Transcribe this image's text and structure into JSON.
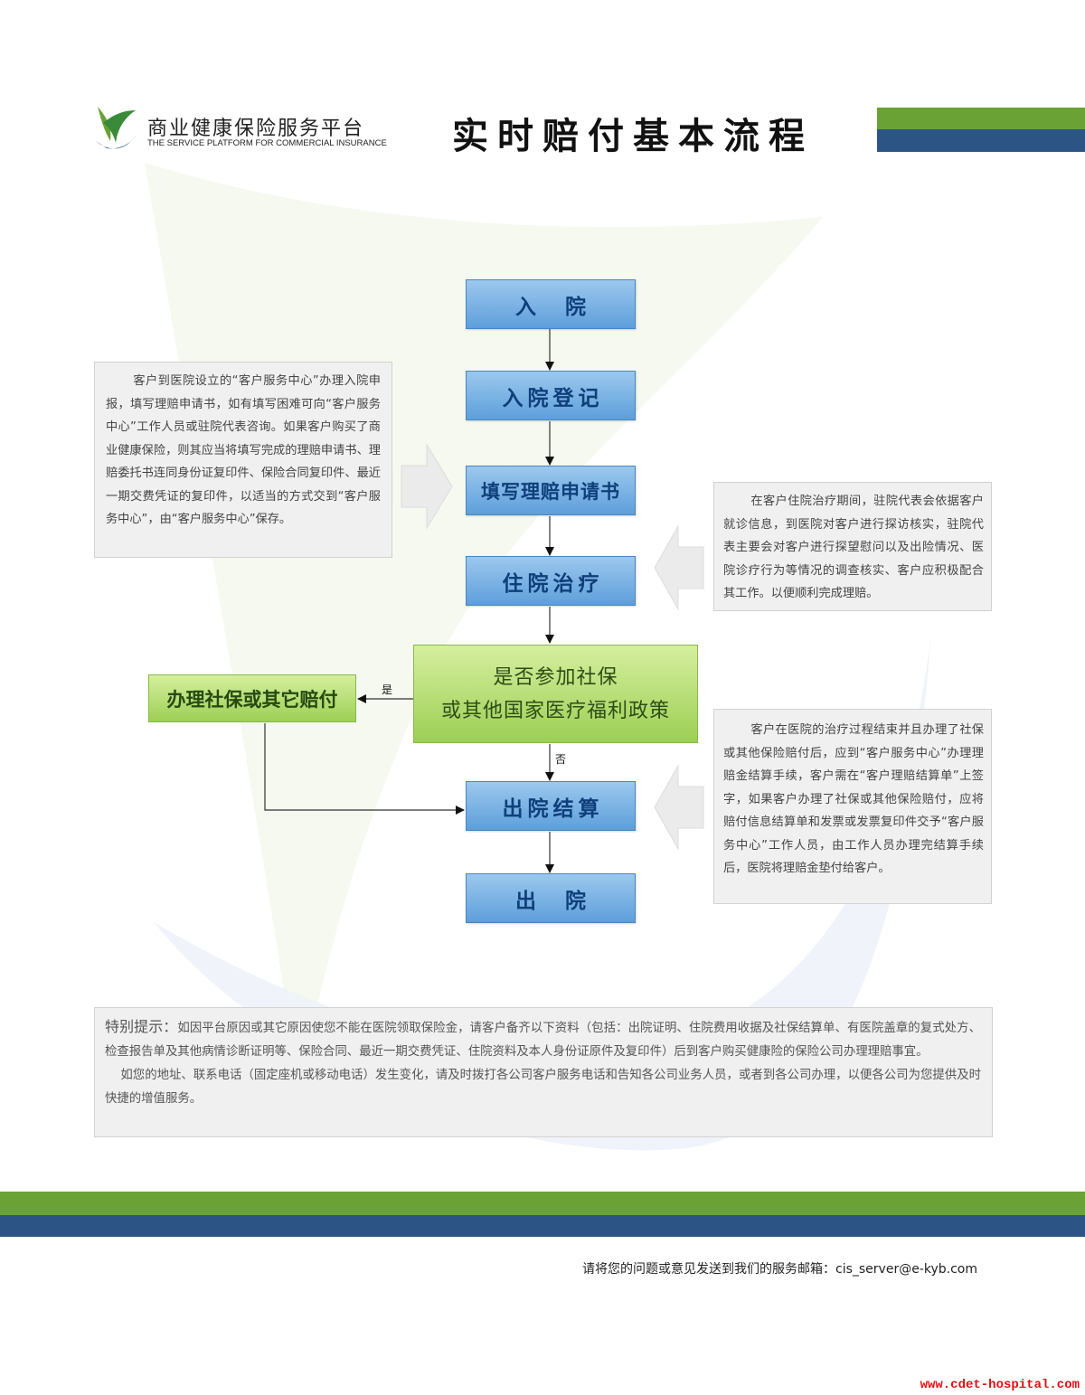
{
  "header": {
    "platform_name": "商业健康保险服务平台",
    "platform_en": "THE SERVICE PLATFORM FOR COMMERCIAL INSURANCE",
    "title": "实时赔付基本流程"
  },
  "flow": {
    "admit": "入 院",
    "register": "入院登记",
    "fill_form": "填写理赔申请书",
    "treatment": "住院治疗",
    "decision_line1": "是否参加社保",
    "decision_line2": "或其他国家医疗福利政策",
    "alt_process": "办理社保或其它赔付",
    "settlement": "出院结算",
    "discharge": "出 院",
    "label_yes": "是",
    "label_no": "否"
  },
  "notes": {
    "left": "客户到医院设立的“客户服务中心”办理入院申报，填写理赔申请书，如有填写困难可向“客户服务中心”工作人员或驻院代表咨询。如果客户购买了商业健康保险，则其应当将填写完成的理赔申请书、理赔委托书连同身份证复印件、保险合同复印件、最近一期交费凭证的复印件，以适当的方式交到“客户服务中心”，由“客户服务中心”保存。",
    "right_treatment": "在客户住院治疗期间，驻院代表会依据客户就诊信息，到医院对客户进行探访核实，驻院代表主要会对客户进行探望慰问以及出险情况、医院诊疗行为等情况的调查核实、客户应积极配合其工作。以便顺利完成理赔。",
    "right_settlement": "客户在医院的治疗过程结束并且办理了社保或其他保险赔付后，应到“客户服务中心”办理理赔金结算手续，客户需在“客户理赔结算单”上签字，如果客户办理了社保或其他保险赔付，应将赔付信息结算单和发票或发票复印件交予“客户服务中心”工作人员，由工作人员办理完结算手续后，医院将理赔金垫付给客户。"
  },
  "tip": {
    "label": "特别提示：",
    "para1": "如因平台原因或其它原因使您不能在医院领取保险金，请客户备齐以下资料（包括：出院证明、住院费用收据及社保结算单、有医院盖章的复式处方、检查报告单及其他病情诊断证明等、保险合同、最近一期交费凭证、住院资料及本人身份证原件及复印件）后到客户购买健康险的保险公司办理理赔事宜。",
    "para2": "如您的地址、联系电话（固定座机或移动电话）发生变化，请及时拨打各公司客户服务电话和告知各公司业务人员，或者到各公司办理，以便各公司为您提供及时快捷的增值服务。"
  },
  "footer": {
    "contact": "请将您的问题或意见发送到我们的服务邮箱：cis_server@e-kyb.com",
    "watermark": "www.cdet-hospital.com"
  },
  "colors": {
    "brand_green": "#6aa236",
    "brand_blue": "#2c5585",
    "flow_blue": "#5d9fdb",
    "flow_green": "#9ccf54"
  }
}
